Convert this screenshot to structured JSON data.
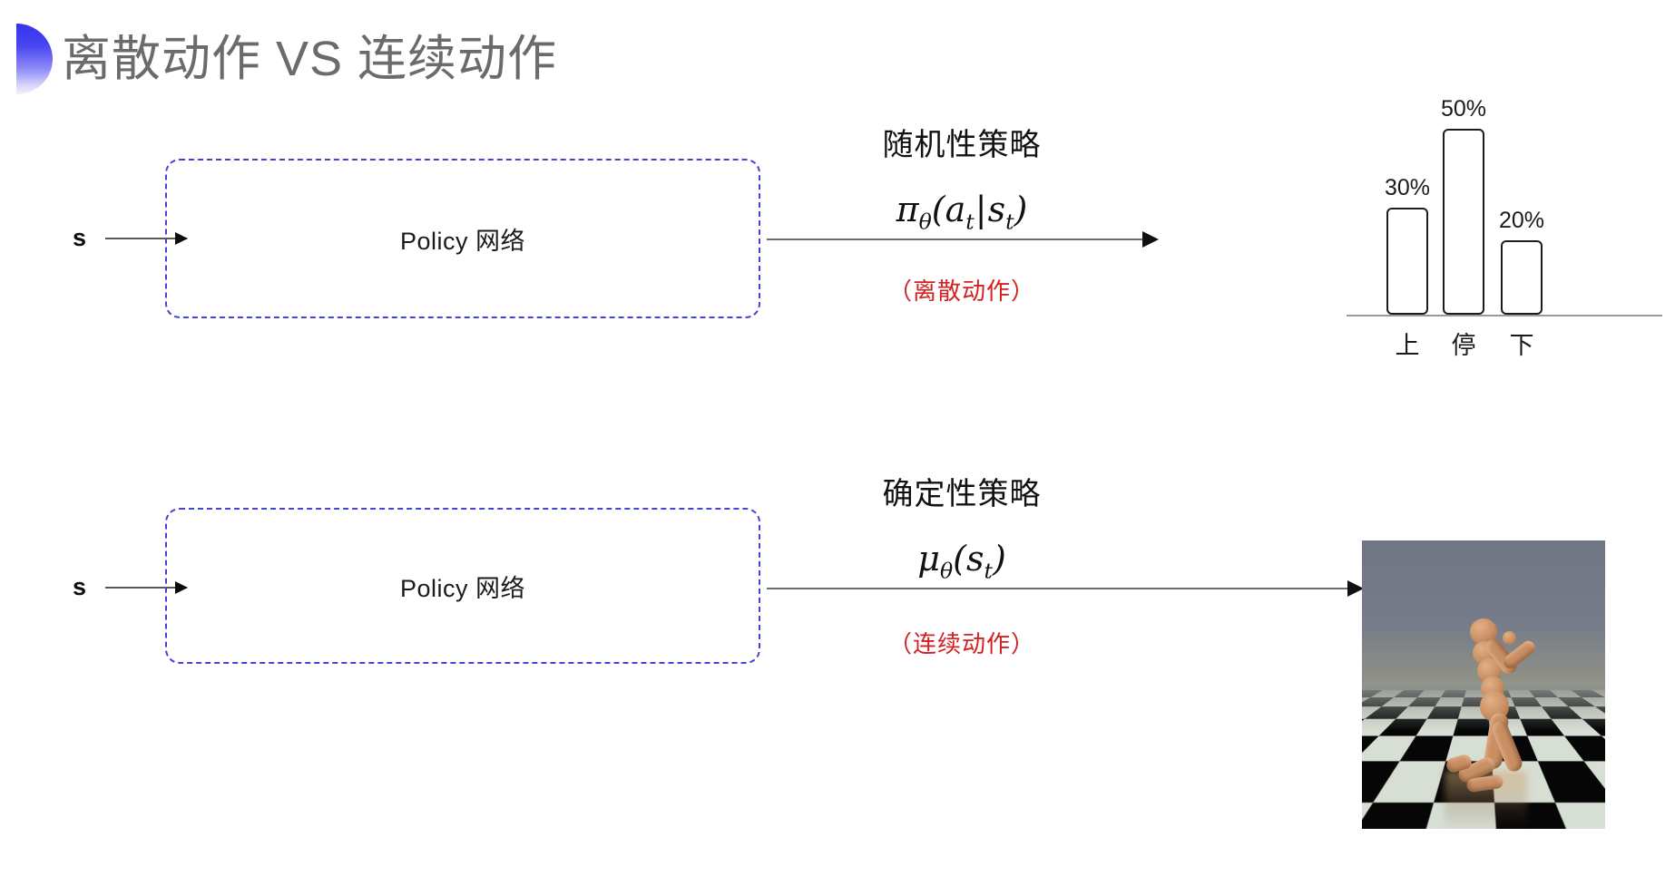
{
  "slide": {
    "title": "离散动作 VS 连续动作",
    "accent_color": "#3632ef",
    "note_color": "#d42020",
    "box_border_color": "#4444d4"
  },
  "rows": [
    {
      "id": "discrete",
      "state_label": "s",
      "box_label": "Policy 网络",
      "policy_title": "随机性策略",
      "policy_formula": "πθ(aₜ|sₜ)",
      "formula_parts": {
        "fn": "π",
        "fn_sub": "θ",
        "open": "(",
        "arg1": "a",
        "arg1_sub": "t",
        "bar": "|",
        "arg2": "s",
        "arg2_sub": "t",
        "close": ")"
      },
      "note": "（离散动作）",
      "output_kind": "bar-chart"
    },
    {
      "id": "continuous",
      "state_label": "s",
      "box_label": "Policy 网络",
      "policy_title": "确定性策略",
      "policy_formula": "μθ(sₜ)",
      "formula_parts": {
        "fn": "μ",
        "fn_sub": "θ",
        "open": "(",
        "arg1": "s",
        "arg1_sub": "t",
        "close": ")"
      },
      "note": "（连续动作）",
      "output_kind": "humanoid-simulation"
    }
  ],
  "chart_data": {
    "type": "bar",
    "title": "",
    "categories": [
      "上",
      "停",
      "下"
    ],
    "values": [
      30,
      50,
      20
    ],
    "value_labels": [
      "30%",
      "50%",
      "20%"
    ],
    "xlabel": "",
    "ylabel": "",
    "ylim": [
      0,
      55
    ],
    "grid": false,
    "legend": "none",
    "axis_color": "#9a9a9a",
    "bar_fill": "#ffffff",
    "bar_stroke": "#1d1d1d"
  },
  "simulation": {
    "caption": "",
    "sky_color": "#6f7584",
    "floor_light": "#e8efe2",
    "floor_dark": "#0b0b0b",
    "body_color": "#c98f64"
  }
}
